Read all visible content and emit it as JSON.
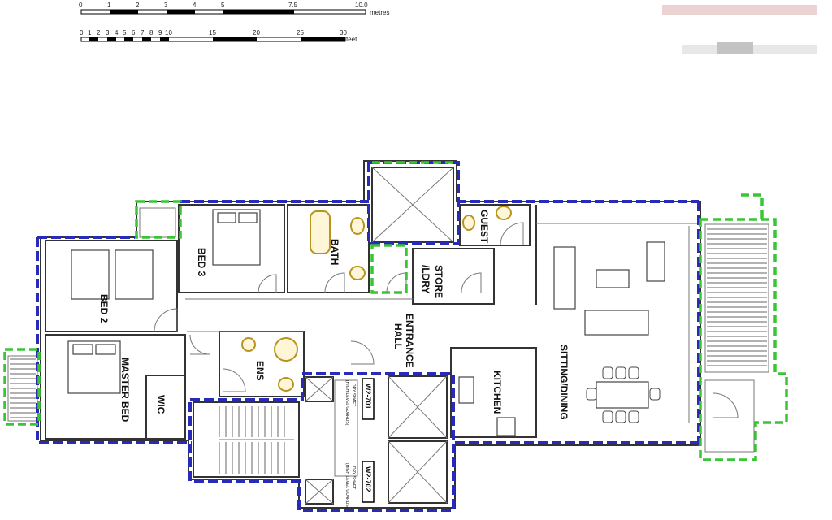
{
  "scale_bar_metres": {
    "ticks": [
      "0",
      "1",
      "2",
      "3",
      "4",
      "5",
      "7.5",
      "10.0"
    ],
    "unit": "metres"
  },
  "scale_bar_feet": {
    "ticks": [
      "0",
      "1",
      "2",
      "3",
      "4",
      "5",
      "6",
      "7",
      "8",
      "9",
      "10",
      "15",
      "20",
      "25",
      "30"
    ],
    "unit": "feet"
  },
  "rooms": {
    "bed3": "BED 3",
    "bed2": "BED 2",
    "master_bed": "MASTER BED",
    "wic": "WIC",
    "ens": "ENS",
    "bath": "BATH",
    "store": "STORE",
    "ldry": "/LDRY",
    "guest": "GUEST",
    "entrance_1": "ENTRANCE",
    "entrance_2": "HALL",
    "kitchen": "KITCHEN",
    "sitting": "SITTING/DINING"
  },
  "shafts": {
    "top_code": "W2-701",
    "bottom_code": "W2-702",
    "label_1": "DRY SHAFT",
    "label_2": "(HIGH LEVEL GUARDS)"
  },
  "colors": {
    "boundary_blue": "#2a2ab8",
    "boundary_green": "#39c633",
    "fixture_gold": "#b8941f"
  }
}
